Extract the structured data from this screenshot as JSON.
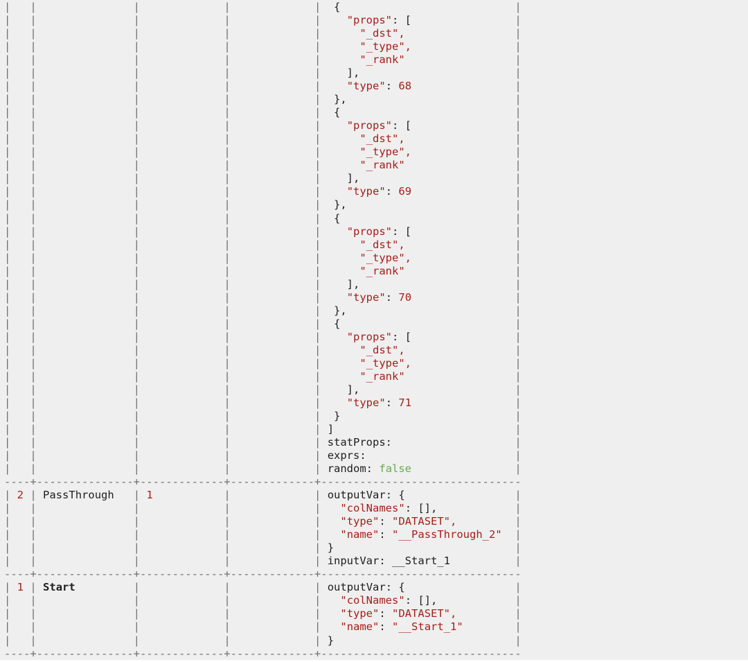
{
  "terminal": {
    "background": "#efefef",
    "page_background": "#ffffff",
    "colors": {
      "border": "#707070",
      "text": "#1d1d1d",
      "accent_red": "#a51e19",
      "accent_green": "#69aa50"
    },
    "char_stops": [
      0,
      4,
      20,
      34,
      48,
      79
    ],
    "rows": [
      {
        "type": "row",
        "name": "operator-row-continued",
        "cells": [
          [],
          [],
          [],
          [],
          [
            [
              [
                "  {",
                "p"
              ]
            ],
            [
              [
                "    ",
                "p"
              ],
              [
                "\"props\"",
                "r"
              ],
              [
                ": [",
                "p"
              ]
            ],
            [
              [
                "      ",
                "p"
              ],
              [
                "\"_dst\",",
                "r"
              ]
            ],
            [
              [
                "      ",
                "p"
              ],
              [
                "\"_type\",",
                "r"
              ]
            ],
            [
              [
                "      ",
                "p"
              ],
              [
                "\"_rank\"",
                "r"
              ]
            ],
            [
              [
                "    ],",
                "p"
              ]
            ],
            [
              [
                "    ",
                "p"
              ],
              [
                "\"type\"",
                "r"
              ],
              [
                ": ",
                "p"
              ],
              [
                "68",
                "r"
              ]
            ],
            [
              [
                "  },",
                "p"
              ]
            ],
            [
              [
                "  {",
                "p"
              ]
            ],
            [
              [
                "    ",
                "p"
              ],
              [
                "\"props\"",
                "r"
              ],
              [
                ": [",
                "p"
              ]
            ],
            [
              [
                "      ",
                "p"
              ],
              [
                "\"_dst\",",
                "r"
              ]
            ],
            [
              [
                "      ",
                "p"
              ],
              [
                "\"_type\",",
                "r"
              ]
            ],
            [
              [
                "      ",
                "p"
              ],
              [
                "\"_rank\"",
                "r"
              ]
            ],
            [
              [
                "    ],",
                "p"
              ]
            ],
            [
              [
                "    ",
                "p"
              ],
              [
                "\"type\"",
                "r"
              ],
              [
                ": ",
                "p"
              ],
              [
                "69",
                "r"
              ]
            ],
            [
              [
                "  },",
                "p"
              ]
            ],
            [
              [
                "  {",
                "p"
              ]
            ],
            [
              [
                "    ",
                "p"
              ],
              [
                "\"props\"",
                "r"
              ],
              [
                ": [",
                "p"
              ]
            ],
            [
              [
                "      ",
                "p"
              ],
              [
                "\"_dst\",",
                "r"
              ]
            ],
            [
              [
                "      ",
                "p"
              ],
              [
                "\"_type\",",
                "r"
              ]
            ],
            [
              [
                "      ",
                "p"
              ],
              [
                "\"_rank\"",
                "r"
              ]
            ],
            [
              [
                "    ],",
                "p"
              ]
            ],
            [
              [
                "    ",
                "p"
              ],
              [
                "\"type\"",
                "r"
              ],
              [
                ": ",
                "p"
              ],
              [
                "70",
                "r"
              ]
            ],
            [
              [
                "  },",
                "p"
              ]
            ],
            [
              [
                "  {",
                "p"
              ]
            ],
            [
              [
                "    ",
                "p"
              ],
              [
                "\"props\"",
                "r"
              ],
              [
                ": [",
                "p"
              ]
            ],
            [
              [
                "      ",
                "p"
              ],
              [
                "\"_dst\",",
                "r"
              ]
            ],
            [
              [
                "      ",
                "p"
              ],
              [
                "\"_type\",",
                "r"
              ]
            ],
            [
              [
                "      ",
                "p"
              ],
              [
                "\"_rank\"",
                "r"
              ]
            ],
            [
              [
                "    ],",
                "p"
              ]
            ],
            [
              [
                "    ",
                "p"
              ],
              [
                "\"type\"",
                "r"
              ],
              [
                ": ",
                "p"
              ],
              [
                "71",
                "r"
              ]
            ],
            [
              [
                "  }",
                "p"
              ]
            ],
            [
              [
                " ]",
                "p"
              ]
            ],
            [
              [
                " statProps:",
                "p"
              ]
            ],
            [
              [
                " exprs:",
                "p"
              ]
            ],
            [
              [
                " random: ",
                "p"
              ],
              [
                "false",
                "g"
              ]
            ]
          ]
        ]
      },
      {
        "type": "sep"
      },
      {
        "type": "row",
        "name": "operator-row-passthrough",
        "cells": [
          [
            [
              [
                " 2",
                "r"
              ]
            ]
          ],
          [
            [
              [
                " PassThrough",
                "p"
              ]
            ]
          ],
          [
            [
              [
                " 1",
                "r"
              ]
            ]
          ],
          [],
          [
            [
              [
                " outputVar: {",
                "p"
              ]
            ],
            [
              [
                "   ",
                "p"
              ],
              [
                "\"colNames\"",
                "r"
              ],
              [
                ": [],",
                "p"
              ]
            ],
            [
              [
                "   ",
                "p"
              ],
              [
                "\"type\"",
                "r"
              ],
              [
                ": ",
                "p"
              ],
              [
                "\"DATASET\",",
                "r"
              ]
            ],
            [
              [
                "   ",
                "p"
              ],
              [
                "\"name\"",
                "r"
              ],
              [
                ": ",
                "p"
              ],
              [
                "\"__PassThrough_2\"",
                "r"
              ]
            ],
            [
              [
                " }",
                "p"
              ]
            ],
            [
              [
                " inputVar: __Start_1",
                "p"
              ]
            ]
          ]
        ]
      },
      {
        "type": "sep"
      },
      {
        "type": "row",
        "name": "operator-row-start",
        "cells": [
          [
            [
              [
                " 1",
                "r"
              ]
            ]
          ],
          [
            [
              [
                " Start",
                "b"
              ]
            ]
          ],
          [],
          [],
          [
            [
              [
                " outputVar: {",
                "p"
              ]
            ],
            [
              [
                "   ",
                "p"
              ],
              [
                "\"colNames\"",
                "r"
              ],
              [
                ": [],",
                "p"
              ]
            ],
            [
              [
                "   ",
                "p"
              ],
              [
                "\"type\"",
                "r"
              ],
              [
                ": ",
                "p"
              ],
              [
                "\"DATASET\",",
                "r"
              ]
            ],
            [
              [
                "   ",
                "p"
              ],
              [
                "\"name\"",
                "r"
              ],
              [
                ": ",
                "p"
              ],
              [
                "\"__Start_1\"",
                "r"
              ]
            ],
            [
              [
                " }",
                "p"
              ]
            ]
          ]
        ]
      },
      {
        "type": "sep"
      }
    ]
  }
}
